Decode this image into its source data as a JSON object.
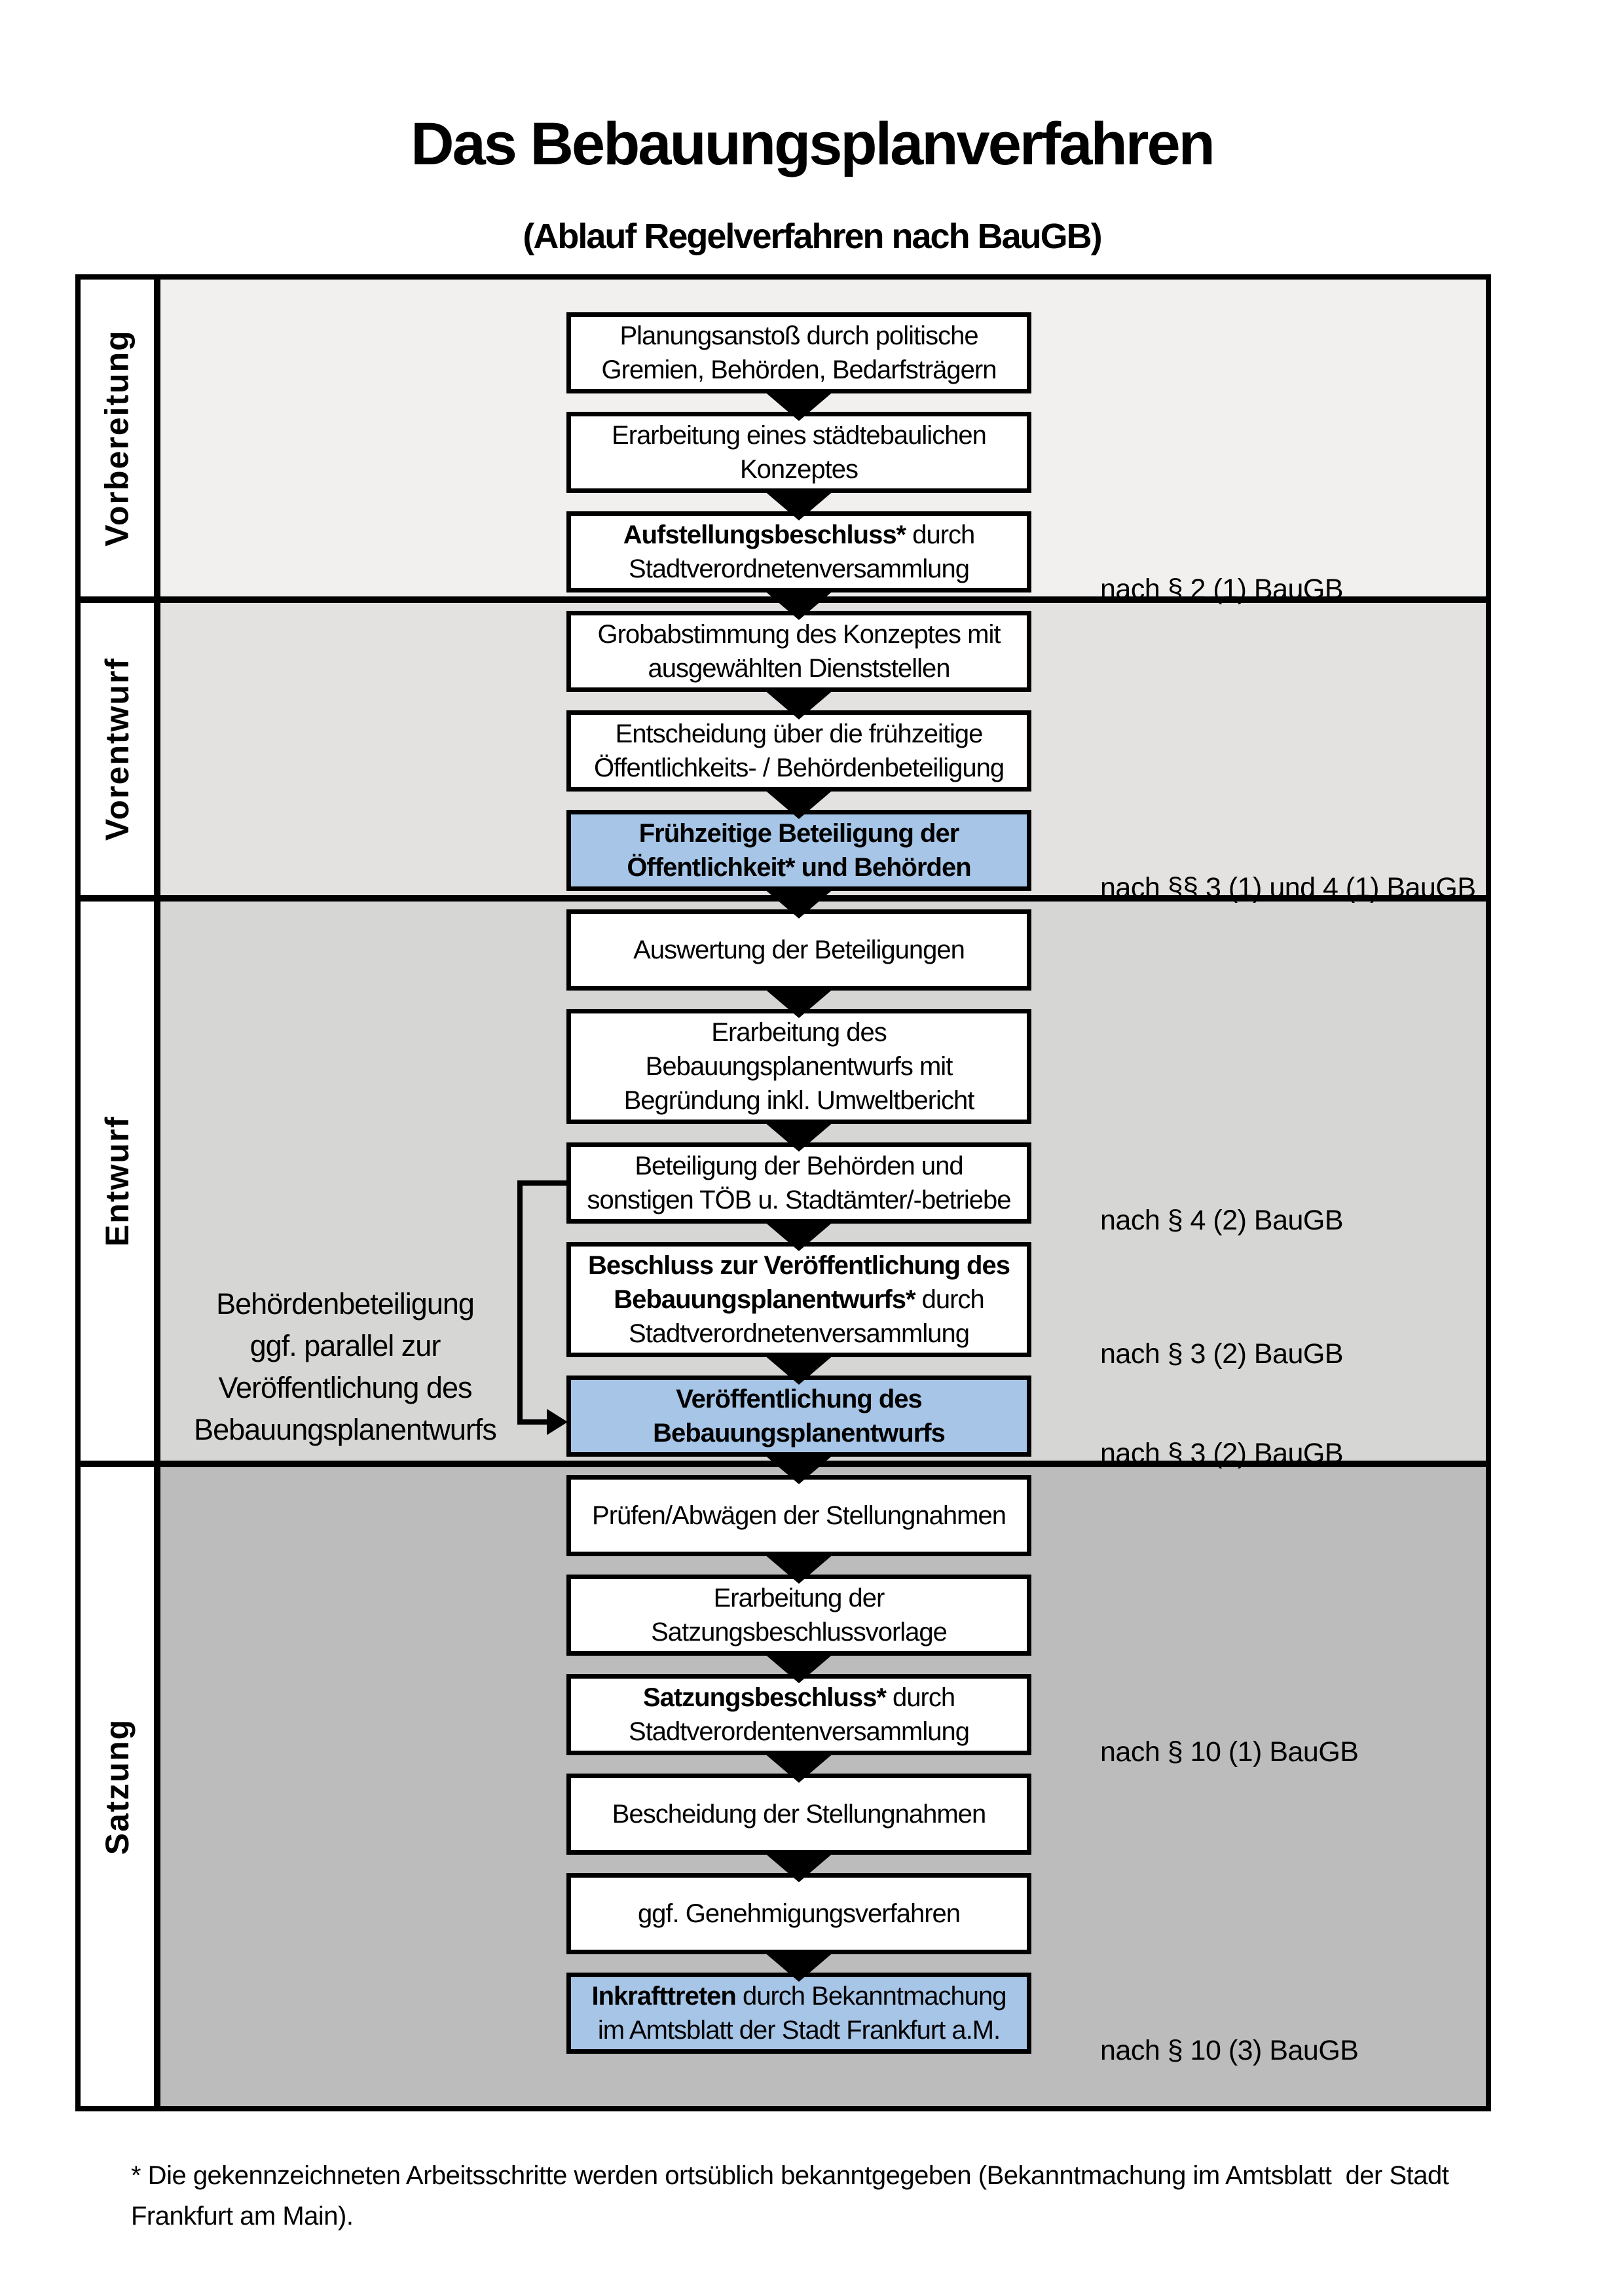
{
  "title": "Das Bebauungsplanverfahren",
  "subtitle": "(Ablauf Regelverfahren nach BauGB)",
  "colors": {
    "highlight_blue": "#a6c5e7",
    "box_white": "#ffffff",
    "line_black": "#000000",
    "phase_backgrounds": [
      "#f1f0ef",
      "#e3e2e1",
      "#d6d6d5",
      "#bdbcbc"
    ]
  },
  "phases": [
    {
      "label": "Vorbereitung"
    },
    {
      "label": "Vorentwurf"
    },
    {
      "label": "Entwurf"
    },
    {
      "label": "Satzung"
    }
  ],
  "steps": [
    {
      "phase": 0,
      "highlight": false,
      "note": "",
      "lines": [
        [
          {
            "t": "Planungsanstoß durch politische",
            "b": false
          }
        ],
        [
          {
            "t": "Gremien, Behörden, Bedarfsträgern",
            "b": false
          }
        ]
      ]
    },
    {
      "phase": 0,
      "highlight": false,
      "note": "",
      "lines": [
        [
          {
            "t": "Erarbeitung eines städtebaulichen",
            "b": false
          }
        ],
        [
          {
            "t": "Konzeptes",
            "b": false
          }
        ]
      ]
    },
    {
      "phase": 0,
      "highlight": false,
      "note": "nach § 2 (1) BauGB",
      "lines": [
        [
          {
            "t": "Aufstellungsbeschluss*",
            "b": true
          },
          {
            "t": " durch",
            "b": false
          }
        ],
        [
          {
            "t": "Stadtverordnetenversammlung",
            "b": false
          }
        ]
      ]
    },
    {
      "phase": 1,
      "highlight": false,
      "note": "",
      "lines": [
        [
          {
            "t": "Grobabstimmung des Konzeptes mit",
            "b": false
          }
        ],
        [
          {
            "t": "ausgewählten Dienststellen",
            "b": false
          }
        ]
      ]
    },
    {
      "phase": 1,
      "highlight": false,
      "note": "",
      "lines": [
        [
          {
            "t": "Entscheidung über die frühzeitige",
            "b": false
          }
        ],
        [
          {
            "t": "Öffentlichkeits- / Behördenbeteiligung",
            "b": false
          }
        ]
      ]
    },
    {
      "phase": 1,
      "highlight": true,
      "note": "nach §§ 3 (1) und 4 (1) BauGB",
      "lines": [
        [
          {
            "t": "Frühzeitige Beteiligung der",
            "b": true
          }
        ],
        [
          {
            "t": "Öffentlichkeit* und Behörden",
            "b": true
          }
        ]
      ]
    },
    {
      "phase": 2,
      "highlight": false,
      "note": "",
      "lines": [
        [
          {
            "t": "Auswertung der Beteiligungen",
            "b": false
          }
        ]
      ]
    },
    {
      "phase": 2,
      "highlight": false,
      "note": "",
      "lines": [
        [
          {
            "t": "Erarbeitung des",
            "b": false
          }
        ],
        [
          {
            "t": "Bebauungsplanentwurfs mit",
            "b": false
          }
        ],
        [
          {
            "t": "Begründung inkl. Umweltbericht",
            "b": false
          }
        ]
      ]
    },
    {
      "phase": 2,
      "highlight": false,
      "note": "nach § 4 (2) BauGB",
      "lines": [
        [
          {
            "t": "Beteiligung der Behörden und",
            "b": false
          }
        ],
        [
          {
            "t": "sonstigen TÖB u. Stadtämter/-betriebe",
            "b": false
          }
        ]
      ]
    },
    {
      "phase": 2,
      "highlight": false,
      "note": "nach § 3 (2) BauGB",
      "lines": [
        [
          {
            "t": "Beschluss zur Veröffentlichung des",
            "b": true
          }
        ],
        [
          {
            "t": "Bebauungsplanentwurfs*",
            "b": true
          },
          {
            "t": " durch",
            "b": false
          }
        ],
        [
          {
            "t": "Stadtverordnetenversammlung",
            "b": false
          }
        ]
      ]
    },
    {
      "phase": 2,
      "highlight": true,
      "note": "nach § 3 (2) BauGB",
      "lines": [
        [
          {
            "t": "Veröffentlichung des",
            "b": true
          }
        ],
        [
          {
            "t": "Bebauungsplanentwurfs",
            "b": true
          }
        ]
      ]
    },
    {
      "phase": 3,
      "highlight": false,
      "note": "",
      "lines": [
        [
          {
            "t": "Prüfen/Abwägen der Stellungnahmen",
            "b": false
          }
        ]
      ]
    },
    {
      "phase": 3,
      "highlight": false,
      "note": "",
      "lines": [
        [
          {
            "t": "Erarbeitung der",
            "b": false
          }
        ],
        [
          {
            "t": "Satzungsbeschlussvorlage",
            "b": false
          }
        ]
      ]
    },
    {
      "phase": 3,
      "highlight": false,
      "note": "nach § 10 (1) BauGB",
      "lines": [
        [
          {
            "t": "Satzungsbeschluss*",
            "b": true
          },
          {
            "t": " durch",
            "b": false
          }
        ],
        [
          {
            "t": "Stadtverordentenversammlung",
            "b": false
          }
        ]
      ]
    },
    {
      "phase": 3,
      "highlight": false,
      "note": "",
      "lines": [
        [
          {
            "t": "Bescheidung der Stellungnahmen",
            "b": false
          }
        ]
      ]
    },
    {
      "phase": 3,
      "highlight": false,
      "note": "",
      "lines": [
        [
          {
            "t": "ggf. Genehmigungsverfahren",
            "b": false
          }
        ]
      ]
    },
    {
      "phase": 3,
      "highlight": true,
      "note": "nach § 10 (3) BauGB",
      "lines": [
        [
          {
            "t": "Inkrafttreten",
            "b": true
          },
          {
            "t": " durch Bekanntmachung",
            "b": false
          }
        ],
        [
          {
            "t": "im Amtsblatt der Stadt Frankfurt a.M.",
            "b": false
          }
        ]
      ]
    }
  ],
  "side_annotation": {
    "lines": [
      "Behördenbeteiligung",
      "ggf. parallel zur",
      "Veröffentlichung des",
      "Bebauungsplanentwurfs"
    ]
  },
  "footnote_lines": [
    "* Die gekennzeichneten Arbeitsschritte werden ortsüblich bekanntgegeben (Bekanntmachung im Amtsblatt  der Stadt",
    "Frankfurt am Main)."
  ]
}
